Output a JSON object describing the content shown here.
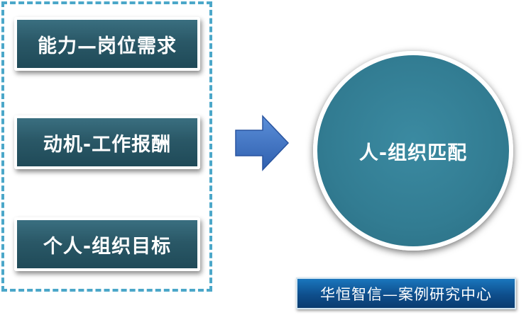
{
  "left_group": {
    "items": [
      {
        "label": "能力—岗位需求"
      },
      {
        "label": "动机-工作报酬"
      },
      {
        "label": "个人-组织目标"
      }
    ]
  },
  "result": {
    "label": "人-组织匹配"
  },
  "footer": {
    "label": "华恒智信—案例研究中心"
  },
  "colors": {
    "box_fill": "#2a5867",
    "circle_fill": "#327c92",
    "dashed_border": "#4ba7c9",
    "arrow_fill": "#3f72c4",
    "badge_fill": "#0e4e8c"
  }
}
